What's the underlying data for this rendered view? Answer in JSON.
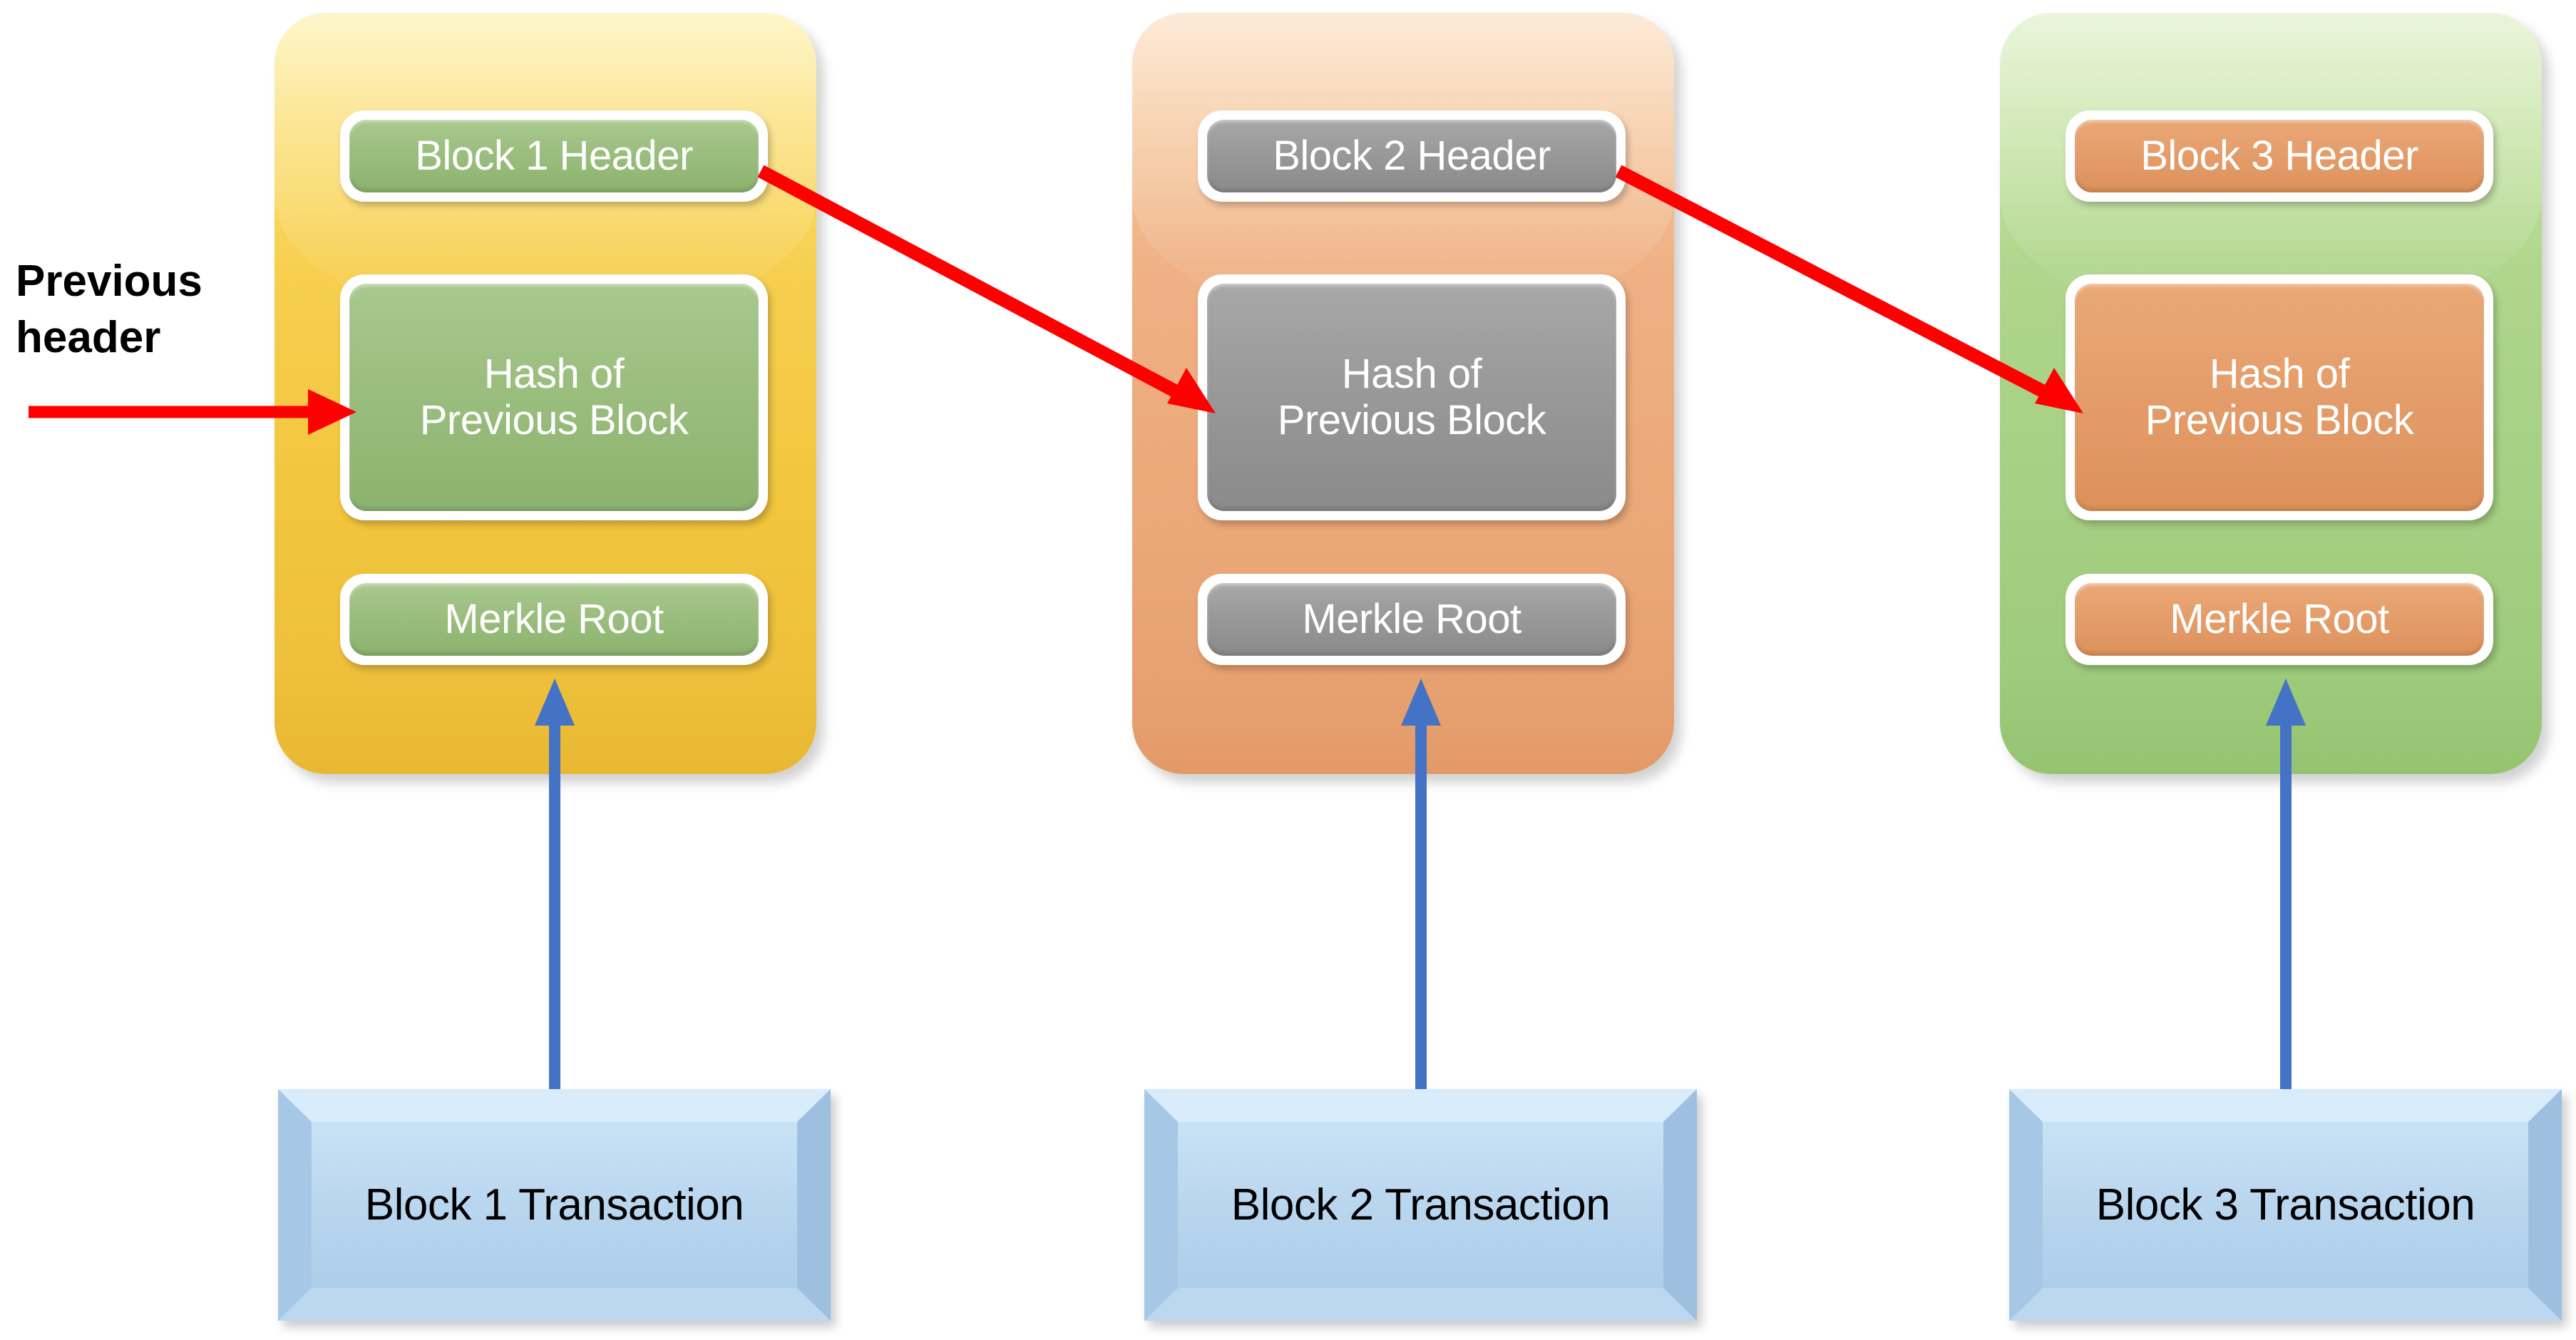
{
  "diagram": {
    "title": "Blockchain block linkage diagram",
    "background_color": "#ffffff",
    "annotation": {
      "previous_header_label": "Previous\nheader"
    },
    "colors": {
      "block1_shell": "#f2c63f",
      "block2_shell": "#eca97a",
      "block3_shell": "#a6d083",
      "block1_pill": "#9cbf80",
      "block2_pill": "#9b9b9b",
      "block3_pill": "#e59f6c",
      "transaction_box": "#b6d4ee",
      "hash_link_arrow": "#ff0000",
      "transaction_arrow": "#4472c4",
      "pill_border": "#ffffff",
      "label_text": "#000000",
      "pill_text": "#ffffff"
    }
  },
  "blocks": [
    {
      "id": "block-1",
      "shell_color": "yellow",
      "pill_color": "green",
      "header_label": "Block 1 Header",
      "hash_label": "Hash of\nPrevious Block",
      "merkle_label": "Merkle Root",
      "transaction_label": "Block 1 Transaction"
    },
    {
      "id": "block-2",
      "shell_color": "orange",
      "pill_color": "gray",
      "header_label": "Block 2 Header",
      "hash_label": "Hash of\nPrevious Block",
      "merkle_label": "Merkle Root",
      "transaction_label": "Block 2 Transaction"
    },
    {
      "id": "block-3",
      "shell_color": "green",
      "pill_color": "orange",
      "header_label": "Block 3 Header",
      "hash_label": "Hash of\nPrevious Block",
      "merkle_label": "Merkle Root",
      "transaction_label": "Block 3 Transaction"
    }
  ],
  "connections": [
    {
      "name": "previous-header-to-block1-hash",
      "type": "arrow",
      "color": "#ff0000",
      "from": "previous header label",
      "to": "Block 1 Hash of Previous Block"
    },
    {
      "name": "block1-header-to-block2-hash",
      "type": "arrow",
      "color": "#ff0000",
      "from": "Block 1 Header",
      "to": "Block 2 Hash of Previous Block"
    },
    {
      "name": "block2-header-to-block3-hash",
      "type": "arrow",
      "color": "#ff0000",
      "from": "Block 2 Header",
      "to": "Block 3 Hash of Previous Block"
    },
    {
      "name": "block1-transaction-to-merkle",
      "type": "arrow",
      "color": "#4472c4",
      "from": "Block 1 Transaction",
      "to": "Block 1 Merkle Root"
    },
    {
      "name": "block2-transaction-to-merkle",
      "type": "arrow",
      "color": "#4472c4",
      "from": "Block 2 Transaction",
      "to": "Block 2 Merkle Root"
    },
    {
      "name": "block3-transaction-to-merkle",
      "type": "arrow",
      "color": "#4472c4",
      "from": "Block 3 Transaction",
      "to": "Block 3 Merkle Root"
    }
  ]
}
